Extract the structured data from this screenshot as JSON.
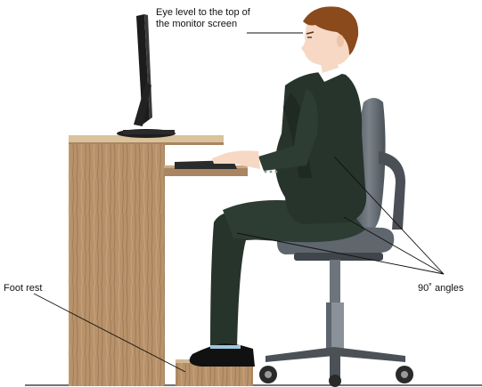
{
  "labels": {
    "eye_level_line1": "Eye level to the top of",
    "eye_level_line2": "the monitor screen",
    "foot_rest": "Foot rest",
    "angles": "90˚ angles"
  },
  "colors": {
    "desk_wood": "#b8926a",
    "suit": "#26342c",
    "chair": "#5d646b",
    "hair": "#8a4a1c",
    "skin": "#f6d8c4"
  }
}
